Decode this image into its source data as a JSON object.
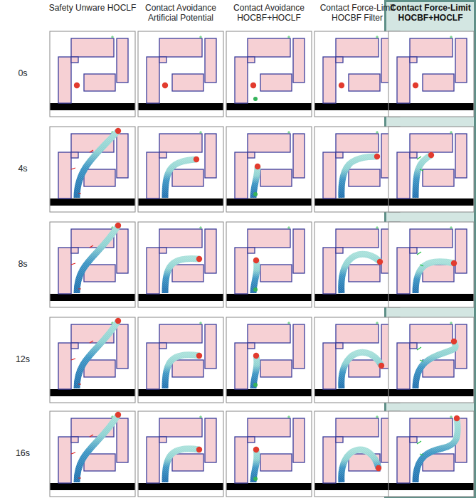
{
  "diagram": {
    "labels": [
      "Safety Unware HOCLF",
      "Contact Avoidance Artificial Potential",
      "Contact Avoidance HOCBF+HOCLF",
      "Contact Force-Limit HOCBF Filter",
      "Contact Force-Limit HOCBF+HOCLF",
      "0s",
      "4s",
      "8s",
      "12s",
      "16s"
    ]
  }
}
